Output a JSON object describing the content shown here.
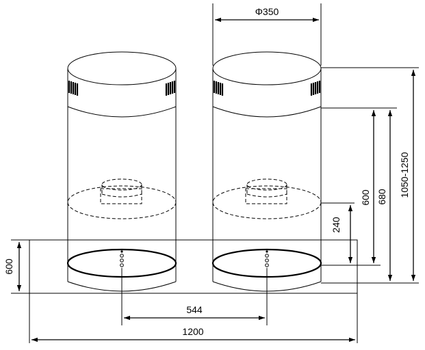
{
  "dimensions": {
    "diameter": "Φ350",
    "height_range": "1050-1250",
    "hood_height": "680",
    "column_height": "600",
    "inlet_offset": "240",
    "panel_height": "600",
    "center_spacing": "544",
    "total_width": "1200"
  }
}
